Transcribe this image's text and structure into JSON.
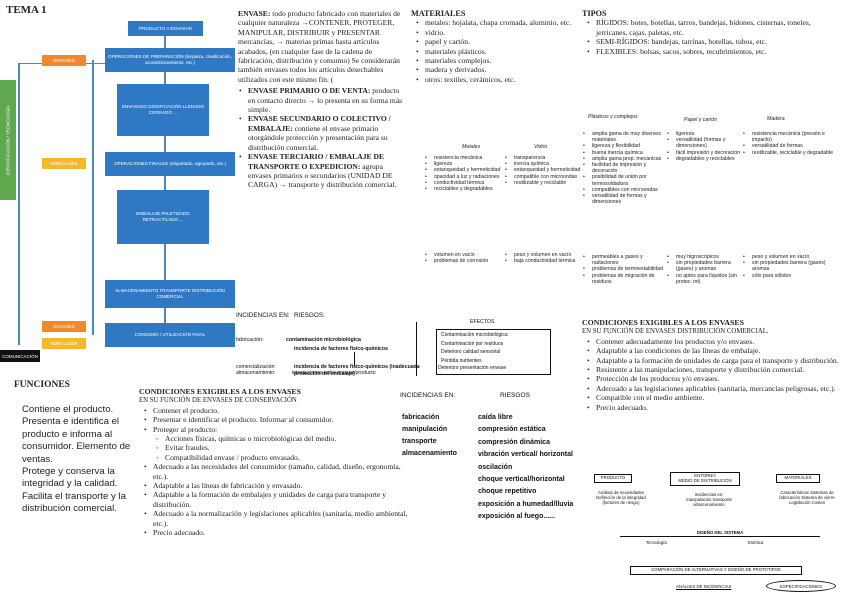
{
  "title": "TEMA 1",
  "flow": {
    "green_label": "IDENTIFICACIÓN / TECNOLOGÍA",
    "black_label": "COMUNICACIÓN",
    "blue": [
      "PRODUCTO A ENVASAR",
      "OPERACIONES DE PREPARACIÓN (limpieza, clasificación, acondicionamiento, etc.)",
      "ENVASADO DOSIFICACIÓN LLENADO CERRADO ...",
      "OPERACIONES FINALES (etiquetado, agrupado, etc.)",
      "EMBALAJE PALETIZADO RETRACTILADO ...",
      "ALMACENAMIENTO TRANSPORTE DISTRIBUCIÓN COMERCIAL",
      "CONSUMO / UTILIZACIÓN FINAL"
    ],
    "orange": [
      "ENVASES",
      "ENVASES"
    ],
    "yellow": [
      "EMBALAJES",
      "EMBALAJES"
    ]
  },
  "funciones": {
    "heading": "FUNCIONES",
    "items": [
      "Contiene el producto.",
      "Presenta e identifica el producto e informa al consumidor. Elemento de ventas.",
      "Protege y conserva la integridad y la calidad.",
      "Facilita el transporte y la distribución comercial."
    ]
  },
  "envase": {
    "term": "ENVASE:",
    "def": "todo producto fabricado con materiales de cualquier naturaleza →CONTENER, PROTEGER, MANIPULAR, DISTRIBUIR y PRESENTAR mercancías, → materias primas hasta artículos acabados, (en cualquier fase de la cadena de fabricación, distribución y consumo) Se considerarán también envases todos los artículos desechables utilizados con este mismo fin. (",
    "items": [
      {
        "t": "ENVASE PRIMARIO O DE VENTA:",
        "d": "producto en contacto directo → lo presenta en su forma más simple."
      },
      {
        "t": "ENVASE SECUNDARIO O COLECTIVO / EMBALAJE:",
        "d": "contiene el envase primario otorgándole protección y presentación para su distribución comercial."
      },
      {
        "t": "ENVASE TERCIARIO / EMBALAJE DE TRANSPORTE O EXPEDICION:",
        "d": "agrupa envases primarios o secundarios (UNIDAD DE CARGA) → transporte y distribución comercial."
      }
    ]
  },
  "materiales": {
    "heading": "MATERIALES",
    "items": [
      "metales: hojalata, chapa cromada, aluminio, etc.",
      "vidrio.",
      "papel y cartón.",
      "materiales plásticos.",
      "materiales complejos.",
      "madera y derivados.",
      "otros: textiles, cerámicos, etc."
    ]
  },
  "tipos": {
    "heading": "TIPOS",
    "items": [
      {
        "t": "RÍGIDOS:",
        "d": "botes, botellas, tarros, bandejas, bidones, cisternas, toneles, jerricanes, cajas, paletas, etc."
      },
      {
        "t": "SEMI-RÍGIDOS:",
        "d": "bandejas, tarrinas, botellas, tubos, etc."
      },
      {
        "t": "FLEXIBLES:",
        "d": "bolsas, sacos, sobres, recubrimientos, etc."
      }
    ]
  },
  "metales_vidrio": {
    "h1": "Metales",
    "h2": "Vidrio",
    "m": [
      "resistencia mecánica",
      "ligereza",
      "estanqueidad y hermeticidad",
      "opacidad a luz y radiaciones",
      "conductividad térmica",
      "reciclables y degradables"
    ],
    "v": [
      "transparencia",
      "inercia química",
      "estanqueidad y hermeticidad",
      "compatible con microondas",
      "reutilizable y reciclable"
    ],
    "m2": [
      "volumen en vacío",
      "problemas de corrosión"
    ],
    "v2": [
      "peso y volumen en vacío",
      "baja conductividad térmica"
    ]
  },
  "plasticos": {
    "h1": "Plásticos y complejos",
    "h2": "Papel y cartón",
    "h3": "Madera",
    "p": [
      "amplia gama de muy diversos materiales",
      "ligereza y flexibilidad",
      "buena inercia química",
      "amplia gama prop. mecánicas",
      "facilidad de impresión y decoración",
      "posibilidad de unión por termosoldadura",
      "compatibles con microondas",
      "versatilidad de formas y dimensiones"
    ],
    "c": [
      "ligereza",
      "versatilidad (formas y dimensiones)",
      "fácil impresión y decoración",
      "degradables y reciclables"
    ],
    "w": [
      "resistencia mecánica (presión e impacto)",
      "versatilidad de formas",
      "reutilizable, reciclable y degradable"
    ],
    "p2": [
      "permeables a gases y radiaciones",
      "problemas de termoestabilidad",
      "problemas de migración de residuos"
    ],
    "c2": [
      "muy higroscópicos",
      "sin propiedades barrera (gases) y aromas",
      "no aptos para líquidos (sin protec. int)"
    ],
    "w2": [
      "peso y volumen en vacío",
      "sin propiedades barrera (gases) aromas",
      "sólo para sólidos"
    ]
  },
  "incidencias1": {
    "head": "INCIDENCIAS EN:",
    "riesgos": "RIESGOS:",
    "efectos": "EFECTOS",
    "rows": [
      {
        "a": "fabricación:",
        "b": "contaminación microbiológica"
      },
      {
        "a": "",
        "b": "incidencia de factores físico-químicos"
      },
      {
        "a": "almacenamiento:",
        "b": "interacciones entre envase/producto"
      },
      {
        "a": "comercialización:",
        "b": "incidencia de factores físico-químicos (inadecuada protección del embalaje)"
      }
    ],
    "efectos_list": [
      "Contaminación microbiológica",
      "Contaminación por residuos",
      "Deterioro calidad sensorial",
      "Pérdida nutrientes",
      "Deterioro presentación envase"
    ]
  },
  "incidencias2": {
    "head": "INCIDENCIAS EN:",
    "riesgos": "RIESGOS",
    "left": [
      "fabricación",
      "manipulación",
      "transporte",
      "almacenamiento"
    ],
    "right": [
      "caída libre",
      "compresión estática",
      "compresión dinámica",
      "vibración vertical/ horizontal",
      "oscilación",
      "choque vertical/horizontal",
      "choque repetitivo",
      "exposición a humedad/lluvia",
      "exposición al fuego......"
    ]
  },
  "cond1": {
    "heading": "CONDICIONES EXIGIBLES A LOS ENVASES",
    "sub": "EN SU FUNCIÓN DE ENVASES DE CONSERVACIÓN",
    "items": [
      "Contener el producto.",
      "Presentar e identificar el producto. Informar al consumidor.",
      "Proteger al producto:"
    ],
    "sub_items": [
      "Acciones físicas, químicas o microbiológicas del medio.",
      "Evitar fraudes.",
      "Compatibilidad envase / producto envasado."
    ],
    "items2": [
      "Adecuado a las necesidades del consumidor (tamaño, calidad, diseño, ergonomía, etc.).",
      "Adaptable a las líneas de fabricación y envasado.",
      "Adaptable a la formación de embalajes y unidades de carga para transporte y distribución.",
      "Adecuado a la normalización y legislaciones aplicables (sanitaria, medio ambiental, etc.).",
      "Precio adecuado."
    ]
  },
  "cond2": {
    "heading": "CONDICIONES EXIGIBLES A LOS ENVASES",
    "sub": "EN SU FUNCIÓN DE ENVASES DISTRIBUCIÓN COMERCIAL.",
    "items": [
      "Contener adecuadamente los productos y/o envases.",
      "Adaptable a las condiciones de las líneas de embalaje.",
      "Adaptable a la formación de unidades de carga para el transporte y distribución.",
      "Resistente a las manipulaciones, transporte y distribución comercial.",
      "Protección de los productos y/o envases.",
      "Adecuado a las legislaciones aplicables (sanitaria, mercancías peligrosas, etc.).",
      "Compatible con el medio ambiente.",
      "Precio adecuado."
    ]
  },
  "diagram": {
    "producto": "PRODUCTO",
    "entorno": "ENTORNO",
    "entorno_sub": "MEDIO DE DISTRIBUCIÓN",
    "materiales": "MATERIALES",
    "left_notes": "Análisis de necesidades Definición de la integridad (factores de riesgo)",
    "mid_notes": "Incidencias en: manipulación transporte almacenamiento",
    "right_notes": "Características Sistemas de fabricación Sistema de cierre Legislación Costes",
    "diseno": "DISEÑO DEL SISTEMA",
    "tecnologia": "Tecnología",
    "estetica": "Estética",
    "comparacion": "COMPARACIÓN DE ALTERNATIVAS Y DISEÑO DE PROTOTIPOS",
    "analisis": "ANÁLISIS DE INCIDENCIAS",
    "especificaciones": "ESPECIFICACIONES"
  }
}
